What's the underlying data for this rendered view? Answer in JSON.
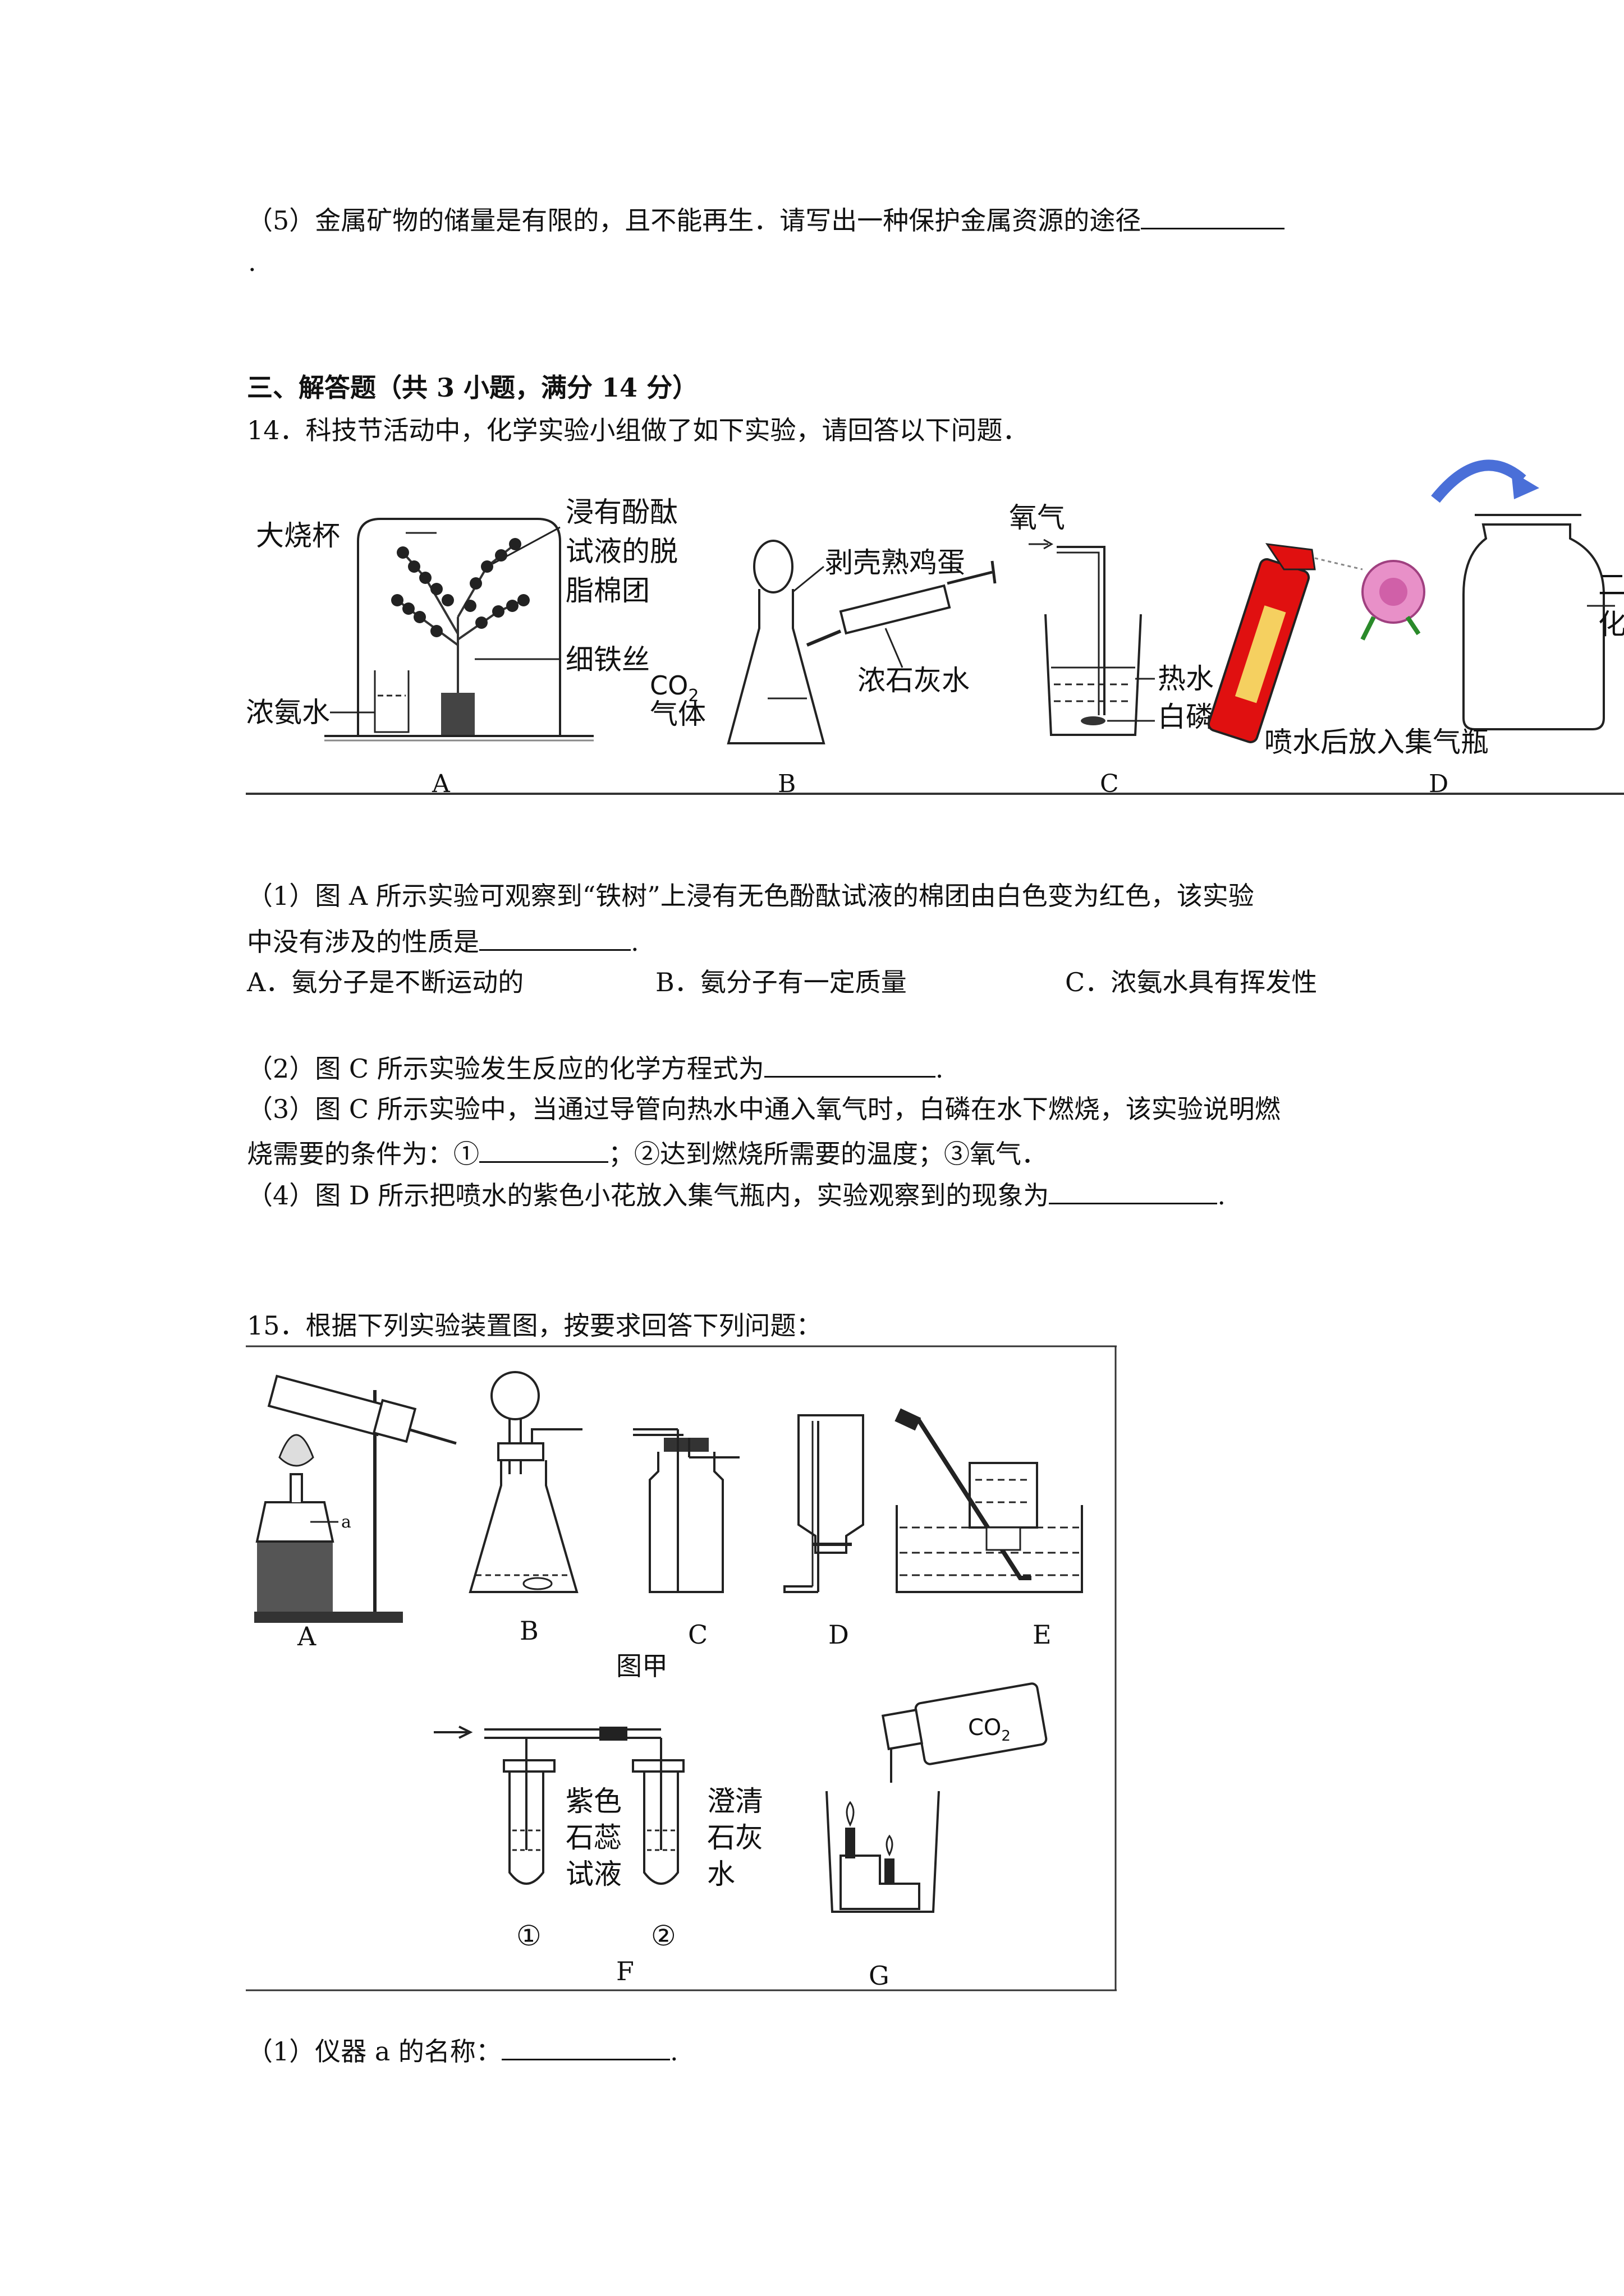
{
  "q13_5": {
    "text": "（5）金属矿物的储量是有限的，且不能再生．请写出一种保护金属资源的途径",
    "tail": "."
  },
  "section3": {
    "heading": "三、解答题（共 3 小题，满分 14 分）"
  },
  "q14": {
    "stem": "14．科技节活动中，化学实验小组做了如下实验，请回答以下问题．",
    "figure": {
      "a_labels": [
        "大烧杯",
        "浸有酚酞",
        "试液的脱",
        "脂棉团",
        "细铁丝",
        "浓氨水"
      ],
      "b_labels": [
        "剥壳熟鸡蛋",
        "CO",
        "2",
        "气体",
        "浓石灰水"
      ],
      "c_labels": [
        "氧气",
        "热水",
        "白磷"
      ],
      "d_labels": [
        "喷水后放入集气瓶",
        "二",
        "化"
      ],
      "panel_letters": [
        "A",
        "B",
        "C",
        "D"
      ]
    },
    "p1_line1": "（1）图 A 所示实验可观察到“铁树”上浸有无色酚酞试液的棉团由白色变为红色，该实验",
    "p1_line2": "中没有涉及的性质是",
    "options": [
      "A．氨分子是不断运动的",
      "B．氨分子有一定质量",
      "C．浓氨水具有挥发性"
    ],
    "p2": "（2）图 C 所示实验发生反应的化学方程式为",
    "p3_line1": "（3）图 C 所示实验中，当通过导管向热水中通入氧气时，白磷在水下燃烧，该实验说明燃",
    "p3_line2a": "烧需要的条件为：①",
    "p3_line2b": "；②达到燃烧所需要的温度；③氧气．",
    "p4": "（4）图 D 所示把喷水的紫色小花放入集气瓶内，实验观察到的现象为",
    "period": "."
  },
  "q15": {
    "stem": "15．根据下列实验装置图，按要求回答下列问题：",
    "figure": {
      "row1_letters": [
        "A",
        "B",
        "C",
        "D",
        "E"
      ],
      "a_label": "a",
      "caption": "图甲",
      "f_tube1": [
        "紫色",
        "石蕊",
        "试液"
      ],
      "f_tube2": [
        "澄清",
        "石灰",
        "水"
      ],
      "f_nums": [
        "①",
        "②"
      ],
      "f_letter": "F",
      "g_letter": "G",
      "co2": "CO",
      "co2_sub": "2"
    },
    "p1": "（1）仪器 a 的名称：",
    "period": "."
  }
}
